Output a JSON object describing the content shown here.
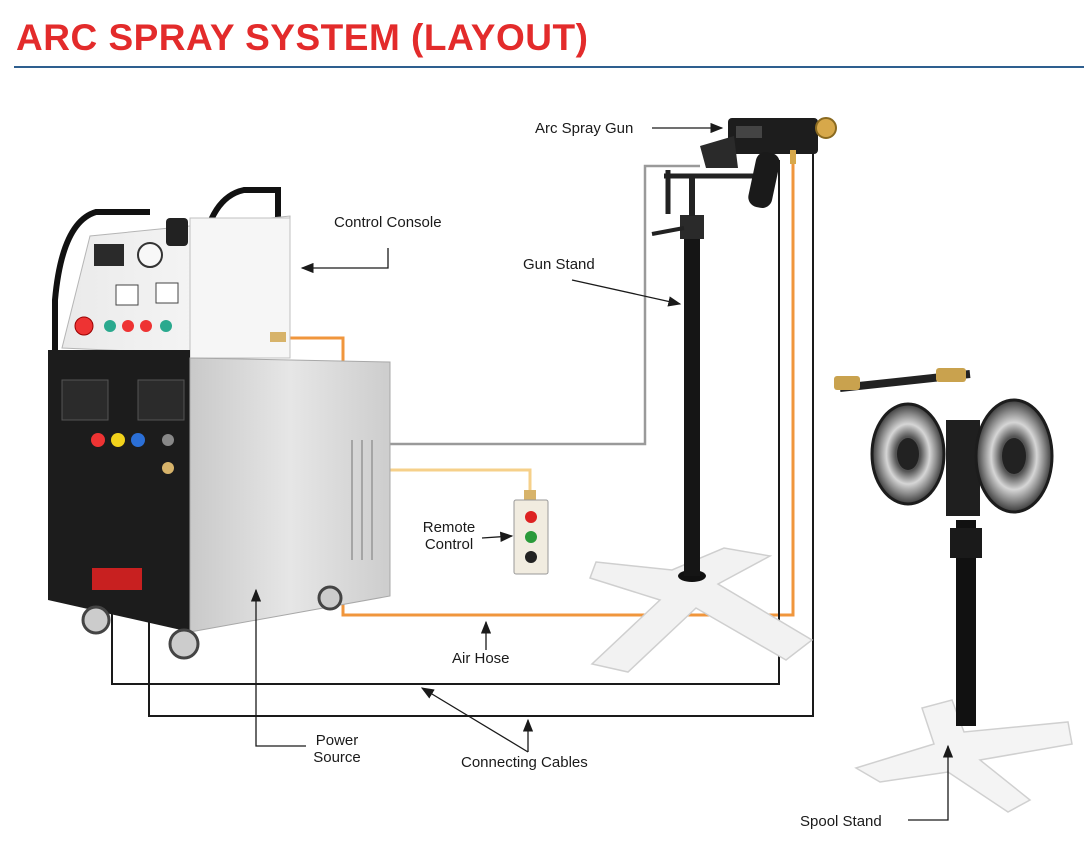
{
  "title": "ARC SPRAY SYSTEM (LAYOUT)",
  "colors": {
    "title": "#e32b2b",
    "rule": "#2e5f8f",
    "air_hose": "#f0963c",
    "remote_cable": "#f6d08a",
    "gun_cable": "#9a9a9a",
    "power_cables": "#1a1a1a",
    "console_panel": "#f4f4f4",
    "cabinet": "#d9d9d9",
    "stand_base": "#f2f2f2",
    "stand_pole": "#151515"
  },
  "labels": {
    "arc_spray_gun": "Arc Spray Gun",
    "control_console": "Control Console",
    "gun_stand": "Gun Stand",
    "remote_control_line1": "Remote",
    "remote_control_line2": "Control",
    "air_hose": "Air Hose",
    "power_source_line1": "Power",
    "power_source_line2": "Source",
    "connecting_cables": "Connecting Cables",
    "spool_stand": "Spool Stand"
  },
  "icons": {
    "gun": "arc-spray-gun-icon",
    "console": "control-console-icon",
    "remote": "remote-control-icon",
    "gun_stand": "gun-stand-icon",
    "spool_stand": "spool-stand-icon"
  }
}
